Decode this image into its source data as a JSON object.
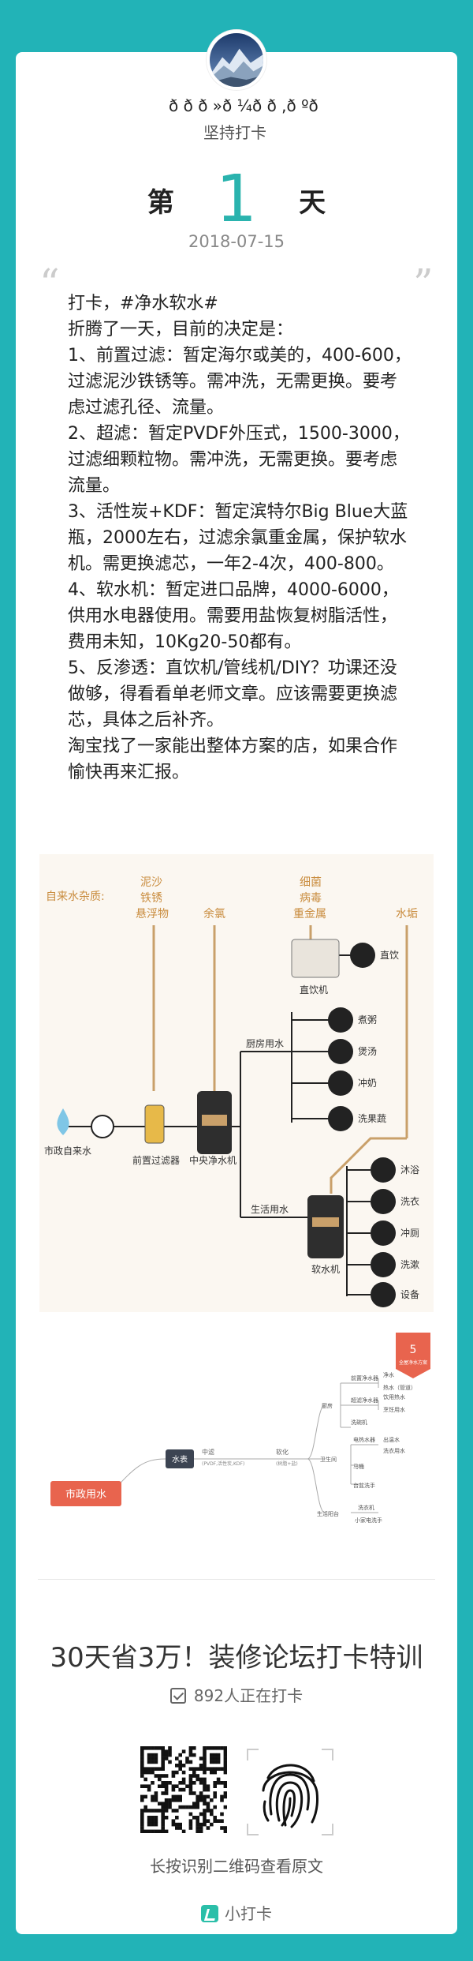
{
  "user": {
    "name_garbled": "ð  ð  ð  »ð  ¼ð  ð  ,ð  ºð  ",
    "status": "坚持打卡"
  },
  "day": {
    "prefix": "第",
    "number": "1",
    "suffix": "天",
    "date": "2018-07-15"
  },
  "post": {
    "lines": [
      "打卡，#净水软水#",
      "折腾了一天，目前的决定是：",
      "1、前置过滤：暂定海尔或美的，400-600，过滤泥沙铁锈等。需冲洗，无需更换。要考虑过滤孔径、流量。",
      "2、超滤：暂定PVDF外压式，1500-3000，过滤细颗粒物。需冲洗，无需更换。要考虑流量。",
      "3、活性炭+KDF：暂定滨特尔Big Blue大蓝瓶，2000左右，过滤余氯重金属，保护软水机。需更换滤芯，一年2-4次，400-800。",
      "4、软水机：暂定进口品牌，4000-6000，供用水电器使用。需要用盐恢复树脂活性，费用未知，10Kg20-50都有。",
      "5、反渗透：直饮机/管线机/DIY？功课还没做够，得看看单老师文章。应该需要更换滤芯，具体之后补齐。",
      "淘宝找了一家能出整体方案的店，如果合作愉快再来汇报。"
    ]
  },
  "diagram1": {
    "heading": "自来水杂质:",
    "impurities": [
      "泥沙",
      "铁锈",
      "悬浮物"
    ],
    "chlorine": "余氯",
    "bacteria": [
      "细菌",
      "病毒",
      "重金属"
    ],
    "scale": "水垢",
    "source": "市政自来水",
    "prefilter": "前置过滤器",
    "central": "中央净水机",
    "kitchen": "厨房用水",
    "drinker": "直饮机",
    "drink": "直饮",
    "kitchen_uses": [
      "煮粥",
      "煲汤",
      "冲奶",
      "洗果蔬"
    ],
    "life": "生活用水",
    "softener": "软水机",
    "life_uses": [
      "沐浴",
      "洗衣",
      "冲厕",
      "洗漱",
      "设备"
    ]
  },
  "diagram2": {
    "source": "市政用水",
    "meter": "水表",
    "stage1": "中滤",
    "stage1_sub": "(PVDF,活性炭,KDF)",
    "stage2": "软化",
    "stage2_sub": "(树脂+盐)",
    "badge": "5",
    "badge_sub": "全屋净水方案",
    "groups": [
      {
        "name": "厨房",
        "items": [
          "前置净水器",
          "超滤净水器",
          "洗碗机"
        ],
        "leaves": [
          "净水",
          "热水（管道）",
          "饮用热水",
          "烹饪用水"
        ]
      },
      {
        "name": "卫生间",
        "items": [
          "电热水器",
          "马桶",
          "台盆洗手"
        ],
        "leaves": [
          "出温水",
          "洗衣用水"
        ]
      },
      {
        "name": "生活阳台",
        "items": [
          "洗衣机"
        ],
        "leaves": [
          "小家电洗手"
        ]
      }
    ]
  },
  "promo": {
    "title": "30天省3万！装修论坛打卡特训",
    "count": "892人正在打卡",
    "scan_hint": "长按识别二维码查看原文",
    "brand": "小打卡"
  },
  "colors": {
    "background": "#22b3b7",
    "accent": "#2ab3ae",
    "diagram_tan": "#c9a06a",
    "diagram_red": "#e8644e"
  }
}
